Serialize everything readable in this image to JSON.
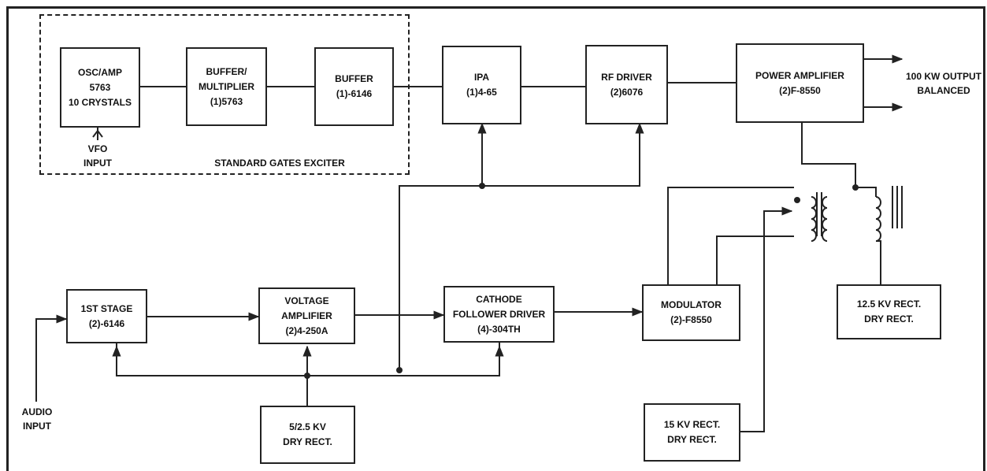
{
  "blocks": {
    "osc_amp": [
      "OSC/AMP",
      "5763",
      "10 CRYSTALS"
    ],
    "buffer_multiplier": [
      "BUFFER/",
      "MULTIPLIER",
      "(1)5763"
    ],
    "buffer": [
      "BUFFER",
      "(1)-6146"
    ],
    "ipa": [
      "IPA",
      "(1)4-65"
    ],
    "rf_driver": [
      "RF DRIVER",
      "(2)6076"
    ],
    "power_amplifier": [
      "POWER AMPLIFIER",
      "(2)F-8550"
    ],
    "first_stage": [
      "1ST STAGE",
      "(2)-6146"
    ],
    "voltage_amplifier": [
      "VOLTAGE",
      "AMPLIFIER",
      "(2)4-250A"
    ],
    "cathode_follower": [
      "CATHODE",
      "FOLLOWER DRIVER",
      "(4)-304TH"
    ],
    "modulator": [
      "MODULATOR",
      "(2)-F8550"
    ],
    "rect_12_5kv": [
      "12.5 KV RECT.",
      "DRY RECT."
    ],
    "rect_5kv": [
      "5/2.5 KV",
      "DRY RECT."
    ],
    "rect_15kv": [
      "15 KV RECT.",
      "DRY RECT."
    ]
  },
  "labels": {
    "vfo_input": [
      "VFO",
      "INPUT"
    ],
    "exciter": "STANDARD GATES EXCITER",
    "output": [
      "100 KW OUTPUT",
      "BALANCED"
    ],
    "audio_input": [
      "AUDIO",
      "INPUT"
    ]
  }
}
